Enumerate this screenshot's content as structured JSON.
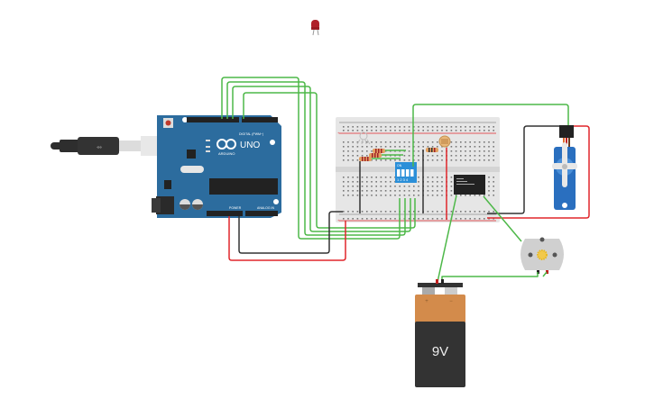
{
  "canvas": {
    "title": "Arduino circuit",
    "background": "#ffffff"
  },
  "colors": {
    "wire_green": "#4db848",
    "wire_red": "#e0262b",
    "wire_black": "#333333",
    "arduino_blue": "#2c6c9e",
    "breadboard": "#e6e6e6",
    "dip_blue": "#2b8fd8",
    "battery_top": "#d38b4b",
    "battery_bottom": "#333333",
    "servo_blue": "#2a6fbf",
    "motor_grey": "#d0d0d0",
    "led_red": "#b0202a"
  },
  "components": {
    "led": {
      "name": "Red LED"
    },
    "usb_cable": {
      "name": "USB cable",
      "icon": "usb-icon"
    },
    "arduino": {
      "name": "Arduino UNO",
      "logo_text": "UNO",
      "brand_text": "ARDUINO",
      "header_digital": "DIGITAL (PWM~)",
      "header_power": "POWER",
      "header_analog": "ANALOG IN",
      "tx": "TX",
      "rx": "RX",
      "l": "L"
    },
    "breadboard": {
      "name": "Breadboard",
      "plus": "+",
      "minus": "-"
    },
    "dip_switch": {
      "name": "DIP switch",
      "on_label": "ON",
      "numbers": "1 2 3 4"
    },
    "ic": {
      "name": "H-bridge IC"
    },
    "photoresistor": {
      "name": "Photoresistor"
    },
    "servo": {
      "name": "Servo motor"
    },
    "dc_motor": {
      "name": "DC motor"
    },
    "battery": {
      "name": "9V battery",
      "label": "9V",
      "plus": "+",
      "minus": "−"
    }
  }
}
